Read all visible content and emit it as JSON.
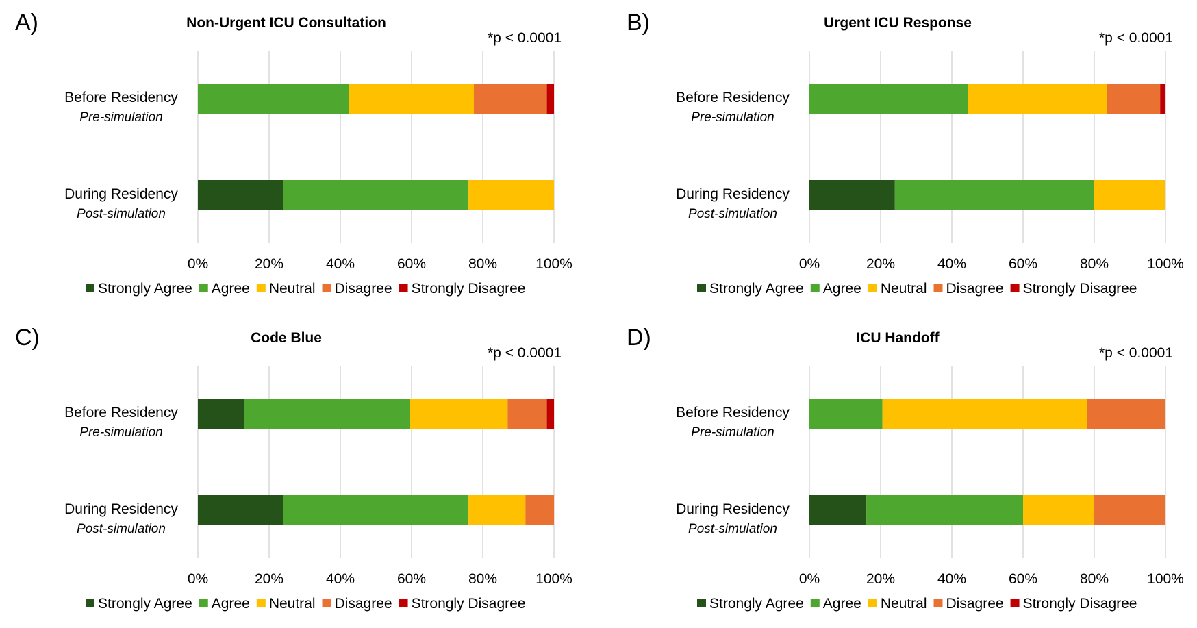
{
  "colors": {
    "Strongly Agree": "#255219",
    "Agree": "#4ea72e",
    "Neutral": "#ffc000",
    "Disagree": "#e97132",
    "Strongly Disagree": "#c00000"
  },
  "chart_data": [
    {
      "type": "bar",
      "orientation": "horizontal",
      "stacked": true,
      "panel": "A)",
      "title": "Non-Urgent ICU Consultation",
      "annotation": "*p < 0.0001",
      "categories": [
        {
          "label": "Before Residency",
          "sublabel": "Pre-simulation"
        },
        {
          "label": "During Residency",
          "sublabel": "Post-simulation"
        }
      ],
      "xlim": [
        0,
        100
      ],
      "xticks": [
        "0%",
        "20%",
        "40%",
        "60%",
        "80%",
        "100%"
      ],
      "grid": true,
      "legend_position": "bottom",
      "series": [
        {
          "name": "Strongly Agree",
          "values": [
            0,
            24
          ]
        },
        {
          "name": "Agree",
          "values": [
            42.5,
            52
          ]
        },
        {
          "name": "Neutral",
          "values": [
            35,
            24
          ]
        },
        {
          "name": "Disagree",
          "values": [
            20.5,
            0
          ]
        },
        {
          "name": "Strongly Disagree",
          "values": [
            2,
            0
          ]
        }
      ]
    },
    {
      "type": "bar",
      "orientation": "horizontal",
      "stacked": true,
      "panel": "B)",
      "title": "Urgent ICU Response",
      "annotation": "*p < 0.0001",
      "categories": [
        {
          "label": "Before Residency",
          "sublabel": "Pre-simulation"
        },
        {
          "label": "During Residency",
          "sublabel": "Post-simulation"
        }
      ],
      "xlim": [
        0,
        100
      ],
      "xticks": [
        "0%",
        "20%",
        "40%",
        "60%",
        "80%",
        "100%"
      ],
      "grid": true,
      "legend_position": "bottom",
      "series": [
        {
          "name": "Strongly Agree",
          "values": [
            0,
            24
          ]
        },
        {
          "name": "Agree",
          "values": [
            44.5,
            56
          ]
        },
        {
          "name": "Neutral",
          "values": [
            39,
            20
          ]
        },
        {
          "name": "Disagree",
          "values": [
            15,
            0
          ]
        },
        {
          "name": "Strongly Disagree",
          "values": [
            1.5,
            0
          ]
        }
      ]
    },
    {
      "type": "bar",
      "orientation": "horizontal",
      "stacked": true,
      "panel": "C)",
      "title": "Code Blue",
      "annotation": "*p < 0.0001",
      "categories": [
        {
          "label": "Before Residency",
          "sublabel": "Pre-simulation"
        },
        {
          "label": "During Residency",
          "sublabel": "Post-simulation"
        }
      ],
      "xlim": [
        0,
        100
      ],
      "xticks": [
        "0%",
        "20%",
        "40%",
        "60%",
        "80%",
        "100%"
      ],
      "grid": true,
      "legend_position": "bottom",
      "series": [
        {
          "name": "Strongly Agree",
          "values": [
            13,
            24
          ]
        },
        {
          "name": "Agree",
          "values": [
            46.5,
            52
          ]
        },
        {
          "name": "Neutral",
          "values": [
            27.5,
            16
          ]
        },
        {
          "name": "Disagree",
          "values": [
            11,
            8
          ]
        },
        {
          "name": "Strongly Disagree",
          "values": [
            2,
            0
          ]
        }
      ]
    },
    {
      "type": "bar",
      "orientation": "horizontal",
      "stacked": true,
      "panel": "D)",
      "title": "ICU Handoff",
      "annotation": "*p < 0.0001",
      "categories": [
        {
          "label": "Before Residency",
          "sublabel": "Pre-simulation"
        },
        {
          "label": "During Residency",
          "sublabel": "Post-simulation"
        }
      ],
      "xlim": [
        0,
        100
      ],
      "xticks": [
        "0%",
        "20%",
        "40%",
        "60%",
        "80%",
        "100%"
      ],
      "grid": true,
      "legend_position": "bottom",
      "series": [
        {
          "name": "Strongly Agree",
          "values": [
            0,
            16
          ]
        },
        {
          "name": "Agree",
          "values": [
            20.5,
            44
          ]
        },
        {
          "name": "Neutral",
          "values": [
            57.5,
            20
          ]
        },
        {
          "name": "Disagree",
          "values": [
            22,
            20
          ]
        },
        {
          "name": "Strongly Disagree",
          "values": [
            0,
            0
          ]
        }
      ]
    }
  ]
}
